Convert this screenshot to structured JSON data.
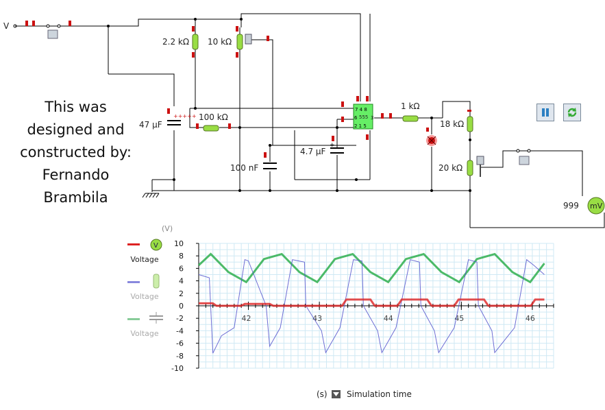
{
  "circuit": {
    "source_label": "V",
    "components": {
      "r1": "2.2 kΩ",
      "pot1": "10 kΩ",
      "cap1": "47 µF",
      "r2": "100 kΩ",
      "cap2": "100 nF",
      "cap3": "4.7 µF",
      "r3": "1 kΩ",
      "r4": "18 kΩ",
      "pot2": "20 kΩ",
      "ic": "555"
    },
    "meter": {
      "value": "999",
      "unit": "mV"
    }
  },
  "credit": [
    "This was",
    "designed and",
    "constructed by:",
    "Fernando",
    "Brambila"
  ],
  "controls": {
    "pause_icon": "pause-icon",
    "reset_icon": "refresh-icon"
  },
  "colors": {
    "wire": "#000000",
    "resistor": "#99dd44",
    "terminal": "#cc1111",
    "ic": "#66ee66",
    "trace_probe": "#dd2222",
    "trace_resistor": "#5555cc",
    "trace_capacitor": "#22aa44",
    "grid": "#cfe9f4"
  },
  "legend": [
    {
      "label": "Voltage",
      "color": "#dd2222",
      "icon": "voltmeter-icon",
      "muted": false
    },
    {
      "label": "Voltage",
      "color": "#8888dd",
      "icon": "resistor-icon",
      "muted": true
    },
    {
      "label": "Voltage",
      "color": "#88cc99",
      "icon": "capacitor-icon",
      "muted": true
    }
  ],
  "chart_data": {
    "type": "line",
    "ylabel": "(V)",
    "xlabel": "Simulation time",
    "x_unit": "(s)",
    "ylim": [
      -10,
      10
    ],
    "xlim": [
      41.3,
      46.3
    ],
    "yticks": [
      10,
      8,
      6,
      4,
      2,
      0,
      -2,
      -4,
      -6,
      -8,
      -10
    ],
    "xticks": [
      42,
      43,
      44,
      45,
      46
    ],
    "grid": true,
    "series": [
      {
        "name": "Voltage",
        "color": "#22aa44",
        "x": [
          41.3,
          41.47,
          41.72,
          41.97,
          42.22,
          42.47,
          42.72,
          42.97,
          43.22,
          43.47,
          43.72,
          43.97,
          44.22,
          44.47,
          44.72,
          44.97,
          45.22,
          45.47,
          45.72,
          45.97,
          46.17
        ],
        "y": [
          6.5,
          8.3,
          5.4,
          3.8,
          7.5,
          8.3,
          5.4,
          3.8,
          7.5,
          8.3,
          5.4,
          3.8,
          7.5,
          8.3,
          5.4,
          3.8,
          7.5,
          8.3,
          5.4,
          3.8,
          6.8
        ]
      },
      {
        "name": "Voltage",
        "color": "#5555cc",
        "x": [
          41.3,
          41.45,
          41.5,
          41.62,
          41.8,
          41.95,
          42.0,
          42.25,
          42.3,
          42.45,
          42.62,
          42.79,
          42.81,
          43.03,
          43.09,
          43.29,
          43.48,
          43.6,
          43.62,
          43.82,
          43.88,
          44.08,
          44.28,
          44.41,
          44.43,
          44.62,
          44.68,
          44.9,
          45.1,
          45.22,
          45.24,
          45.43,
          45.47,
          45.75,
          45.92,
          46.02,
          46.17
        ],
        "y": [
          5.0,
          4.5,
          -7.6,
          -4.8,
          -3.5,
          7.4,
          7.2,
          0.0,
          -6.5,
          -3.5,
          7.4,
          7.0,
          0.0,
          -4.0,
          -7.5,
          -3.5,
          7.4,
          7.2,
          0.0,
          -4.0,
          -7.5,
          -3.5,
          7.4,
          7.0,
          0.0,
          -4.0,
          -7.5,
          -3.5,
          7.4,
          7.0,
          0.0,
          -4.0,
          -7.5,
          -3.5,
          7.4,
          6.5,
          5.0
        ]
      },
      {
        "name": "Voltage",
        "color": "#dd2222",
        "x": [
          41.3,
          41.5,
          41.55,
          41.9,
          41.95,
          42.3,
          42.35,
          42.72,
          42.78,
          43.32,
          43.38,
          43.72,
          43.78,
          44.1,
          44.16,
          44.52,
          44.58,
          44.9,
          44.96,
          45.32,
          45.38,
          45.72,
          45.78,
          45.98,
          46.04,
          46.17
        ],
        "y": [
          0.4,
          0.4,
          0.0,
          0.0,
          0.3,
          0.3,
          0.0,
          0.0,
          0.0,
          0.0,
          1.0,
          1.0,
          0.0,
          0.0,
          1.0,
          1.0,
          0.0,
          0.0,
          1.0,
          1.0,
          0.0,
          0.0,
          0.0,
          0.0,
          1.0,
          1.0
        ]
      }
    ]
  }
}
